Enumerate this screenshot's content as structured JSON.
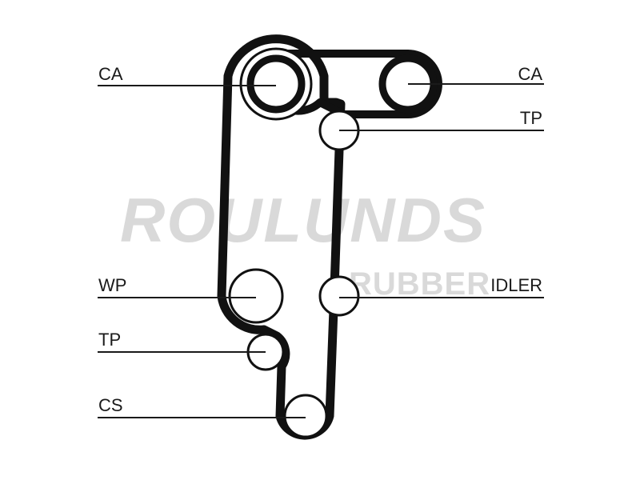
{
  "diagram": {
    "labels": {
      "ca_left": "CA",
      "ca_right": "CA",
      "tp_upper": "TP",
      "wp": "WP",
      "idler": "IDLER",
      "tp_lower": "TP",
      "cs": "CS"
    },
    "watermark": {
      "brand": "ROULUNDS",
      "sub": "RUBBER"
    },
    "colors": {
      "belt": "#111111",
      "line": "#1a1a1a",
      "watermark": "#d9d9d9",
      "background": "#ffffff"
    }
  }
}
